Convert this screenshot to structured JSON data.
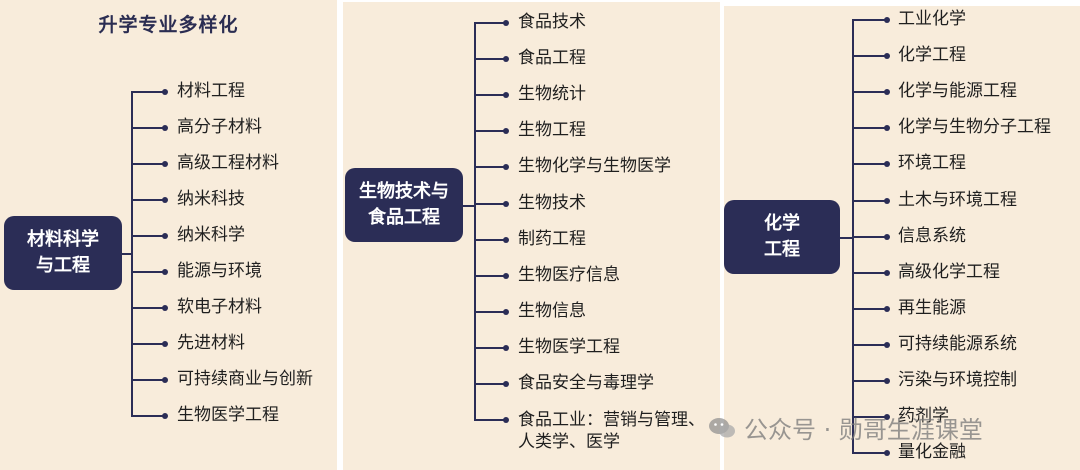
{
  "title": "升学专业多样化",
  "groups": [
    {
      "name": "材料科学\n与工程",
      "items": [
        "材料工程",
        "高分子材料",
        "高级工程材料",
        "纳米科技",
        "纳米科学",
        "能源与环境",
        "软电子材料",
        "先进材料",
        "可持续商业与创新",
        "生物医学工程"
      ]
    },
    {
      "name": "生物技术与\n食品工程",
      "items": [
        "食品技术",
        "食品工程",
        "生物统计",
        "生物工程",
        "生物化学与生物医学",
        "生物技术",
        "制药工程",
        "生物医疗信息",
        "生物信息",
        "生物医学工程",
        "食品安全与毒理学",
        "食品工业：营销与管理、\n人类学、医学"
      ]
    },
    {
      "name": "化学\n工程",
      "items": [
        "工业化学",
        "化学工程",
        "化学与能源工程",
        "化学与生物分子工程",
        "环境工程",
        "土木与环境工程",
        "信息系统",
        "高级化学工程",
        "再生能源",
        "可持续能源系统",
        "污染与环境控制",
        "药剂学",
        "量化金融"
      ]
    }
  ],
  "watermark": {
    "text": "公众号 · 勋哥生涯课堂",
    "icon": "wechat-icon"
  }
}
